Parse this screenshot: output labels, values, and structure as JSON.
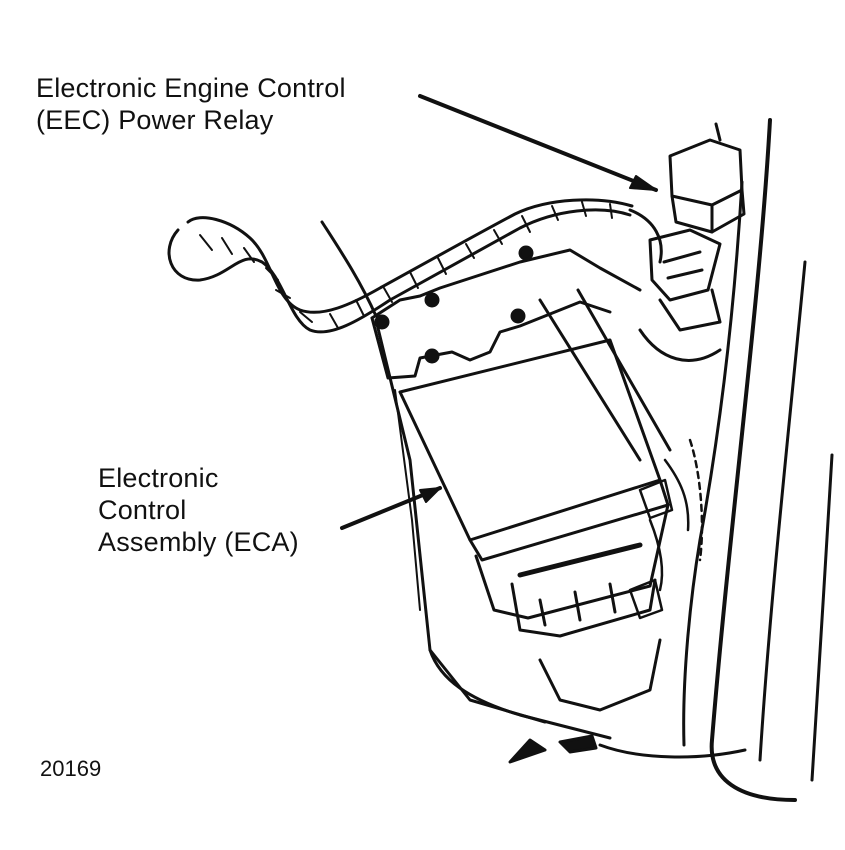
{
  "callouts": {
    "relay": {
      "line1": "Electronic Engine Control",
      "line2": "(EEC) Power Relay"
    },
    "eca": {
      "line1": "Electronic",
      "line2": "Control",
      "line3": "Assembly (ECA)"
    }
  },
  "figure_id": "20169",
  "colors": {
    "ink": "#111111",
    "paper": "#ffffff"
  }
}
